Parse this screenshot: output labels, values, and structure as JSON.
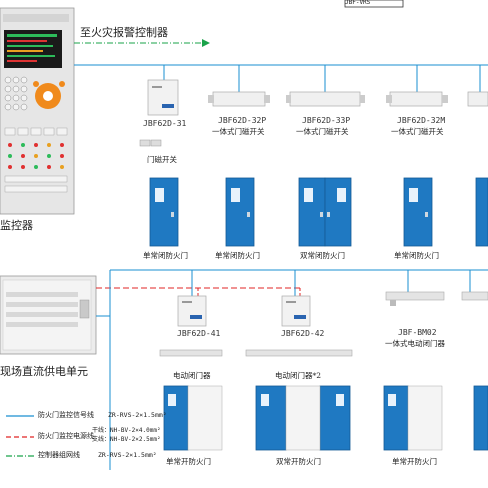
{
  "header": {
    "top_tag": "JBF-VRS",
    "arrow_label": "至火灾报警控制器"
  },
  "monitor": {
    "label_partial": "监控器"
  },
  "power_unit": {
    "label_partial": "现场直流供电单元"
  },
  "devices_top": [
    {
      "code": "JBF62D-31",
      "desc": "门磁开关",
      "door": "单常闭防火门"
    },
    {
      "code": "JBF62D-32P",
      "desc": "一体式门磁开关",
      "door": "单常闭防火门"
    },
    {
      "code": "JBF62D-33P",
      "desc": "一体式门磁开关",
      "door": "双常闭防火门"
    },
    {
      "code": "JBF62D-32M",
      "desc": "一体式门磁开关",
      "door": "单常闭防火门"
    }
  ],
  "devices_bottom": [
    {
      "code": "JBF62D-41",
      "desc": "电动闭门器",
      "door": "单常开防火门"
    },
    {
      "code": "JBF62D-42",
      "desc": "电动闭门器*2",
      "door": "双常开防火门"
    },
    {
      "code": "JBF-BM02",
      "desc": "一体式电动闭门器",
      "door": "单常开防火门"
    }
  ],
  "legend": [
    {
      "name": "防火门监控信号线",
      "spec": "ZR-RVS-2×1.5mm²",
      "color": "#1a8fd0"
    },
    {
      "name": "防火门监控电源线",
      "spec_a": "干线：NH-BV-2×4.0mm²",
      "spec_b": "支线：NH-BV-2×2.5mm²",
      "color": "#e02424"
    },
    {
      "name": "控制器组网线",
      "spec": "ZR-RVS-2×1.5mm²",
      "color": "#1aa34a"
    }
  ],
  "colors": {
    "signal": "#1a8fd0",
    "power": "#e02424",
    "network": "#1aa34a",
    "door": "#1f79c2"
  }
}
